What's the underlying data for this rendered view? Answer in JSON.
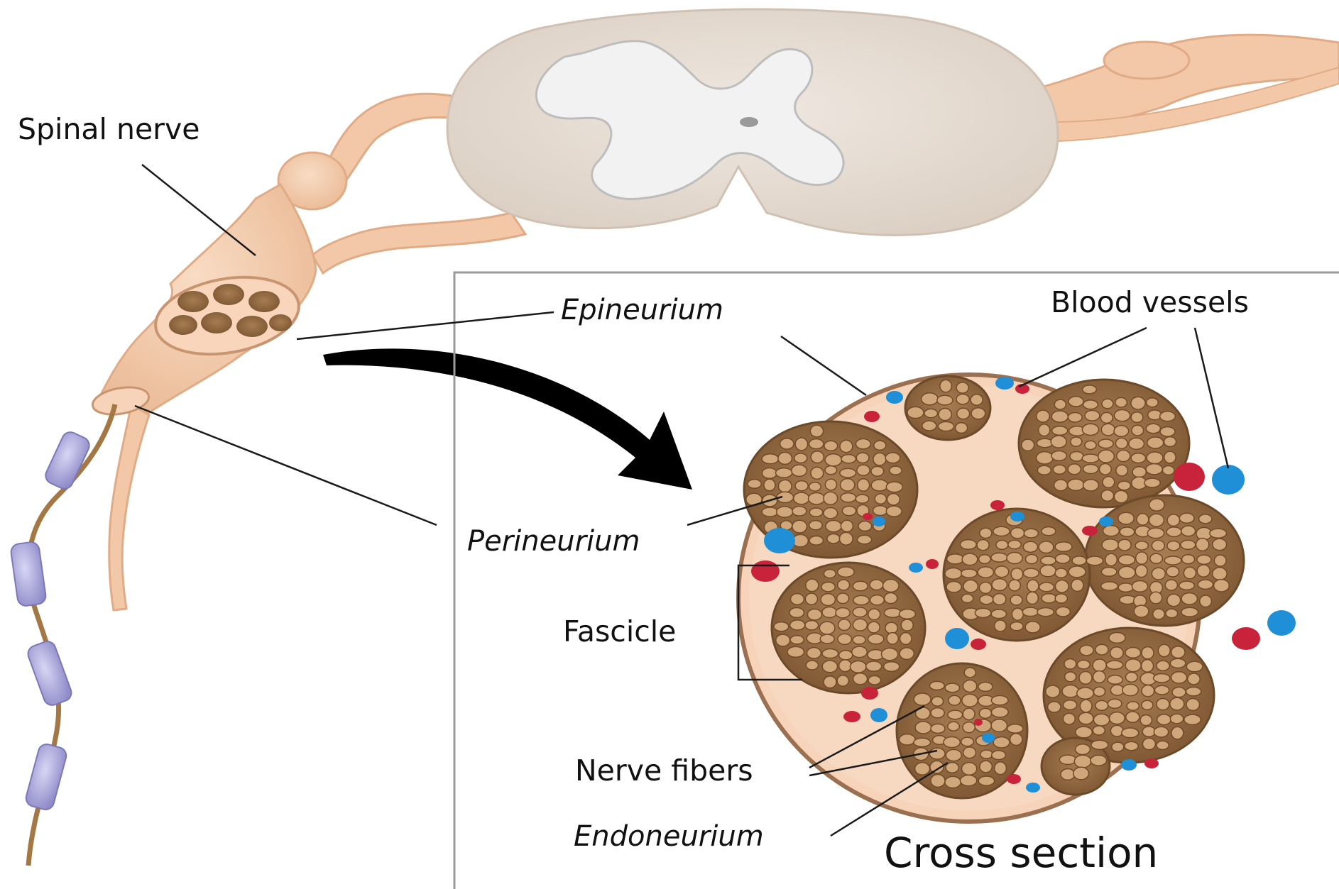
{
  "labels": {
    "spinal_nerve": "Spinal nerve",
    "epineurium": "Epineurium",
    "blood_vessels": "Blood vessels",
    "perineurium": "Perineurium",
    "fascicle": "Fascicle",
    "nerve_fibers": "Nerve fibers",
    "endoneurium": "Endoneurium",
    "cross_section": "Cross section"
  },
  "colors": {
    "nerve_tissue": "#f4cdb0",
    "spinal_cord": "#e8dfd6",
    "grey_matter": "#f1f1f1",
    "fascicle": "#9c7348",
    "nerve_fiber": "#cfa77a",
    "artery": "#c8233a",
    "vein": "#1f8fd8",
    "myelin": "#b9b6e4"
  }
}
